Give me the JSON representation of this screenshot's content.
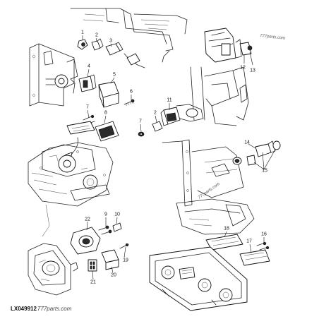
{
  "figure_code": "LX049912",
  "watermark_footer": "777parts.com",
  "watermarks": [
    "777parts.com",
    "777parts.com"
  ],
  "callouts": [
    "1",
    "2",
    "3",
    "4",
    "5",
    "6",
    "7",
    "8",
    "11",
    "7",
    "2",
    "12",
    "13",
    "14",
    "15",
    "9",
    "10",
    "22",
    "18",
    "16",
    "17",
    "19",
    "20",
    "21"
  ]
}
